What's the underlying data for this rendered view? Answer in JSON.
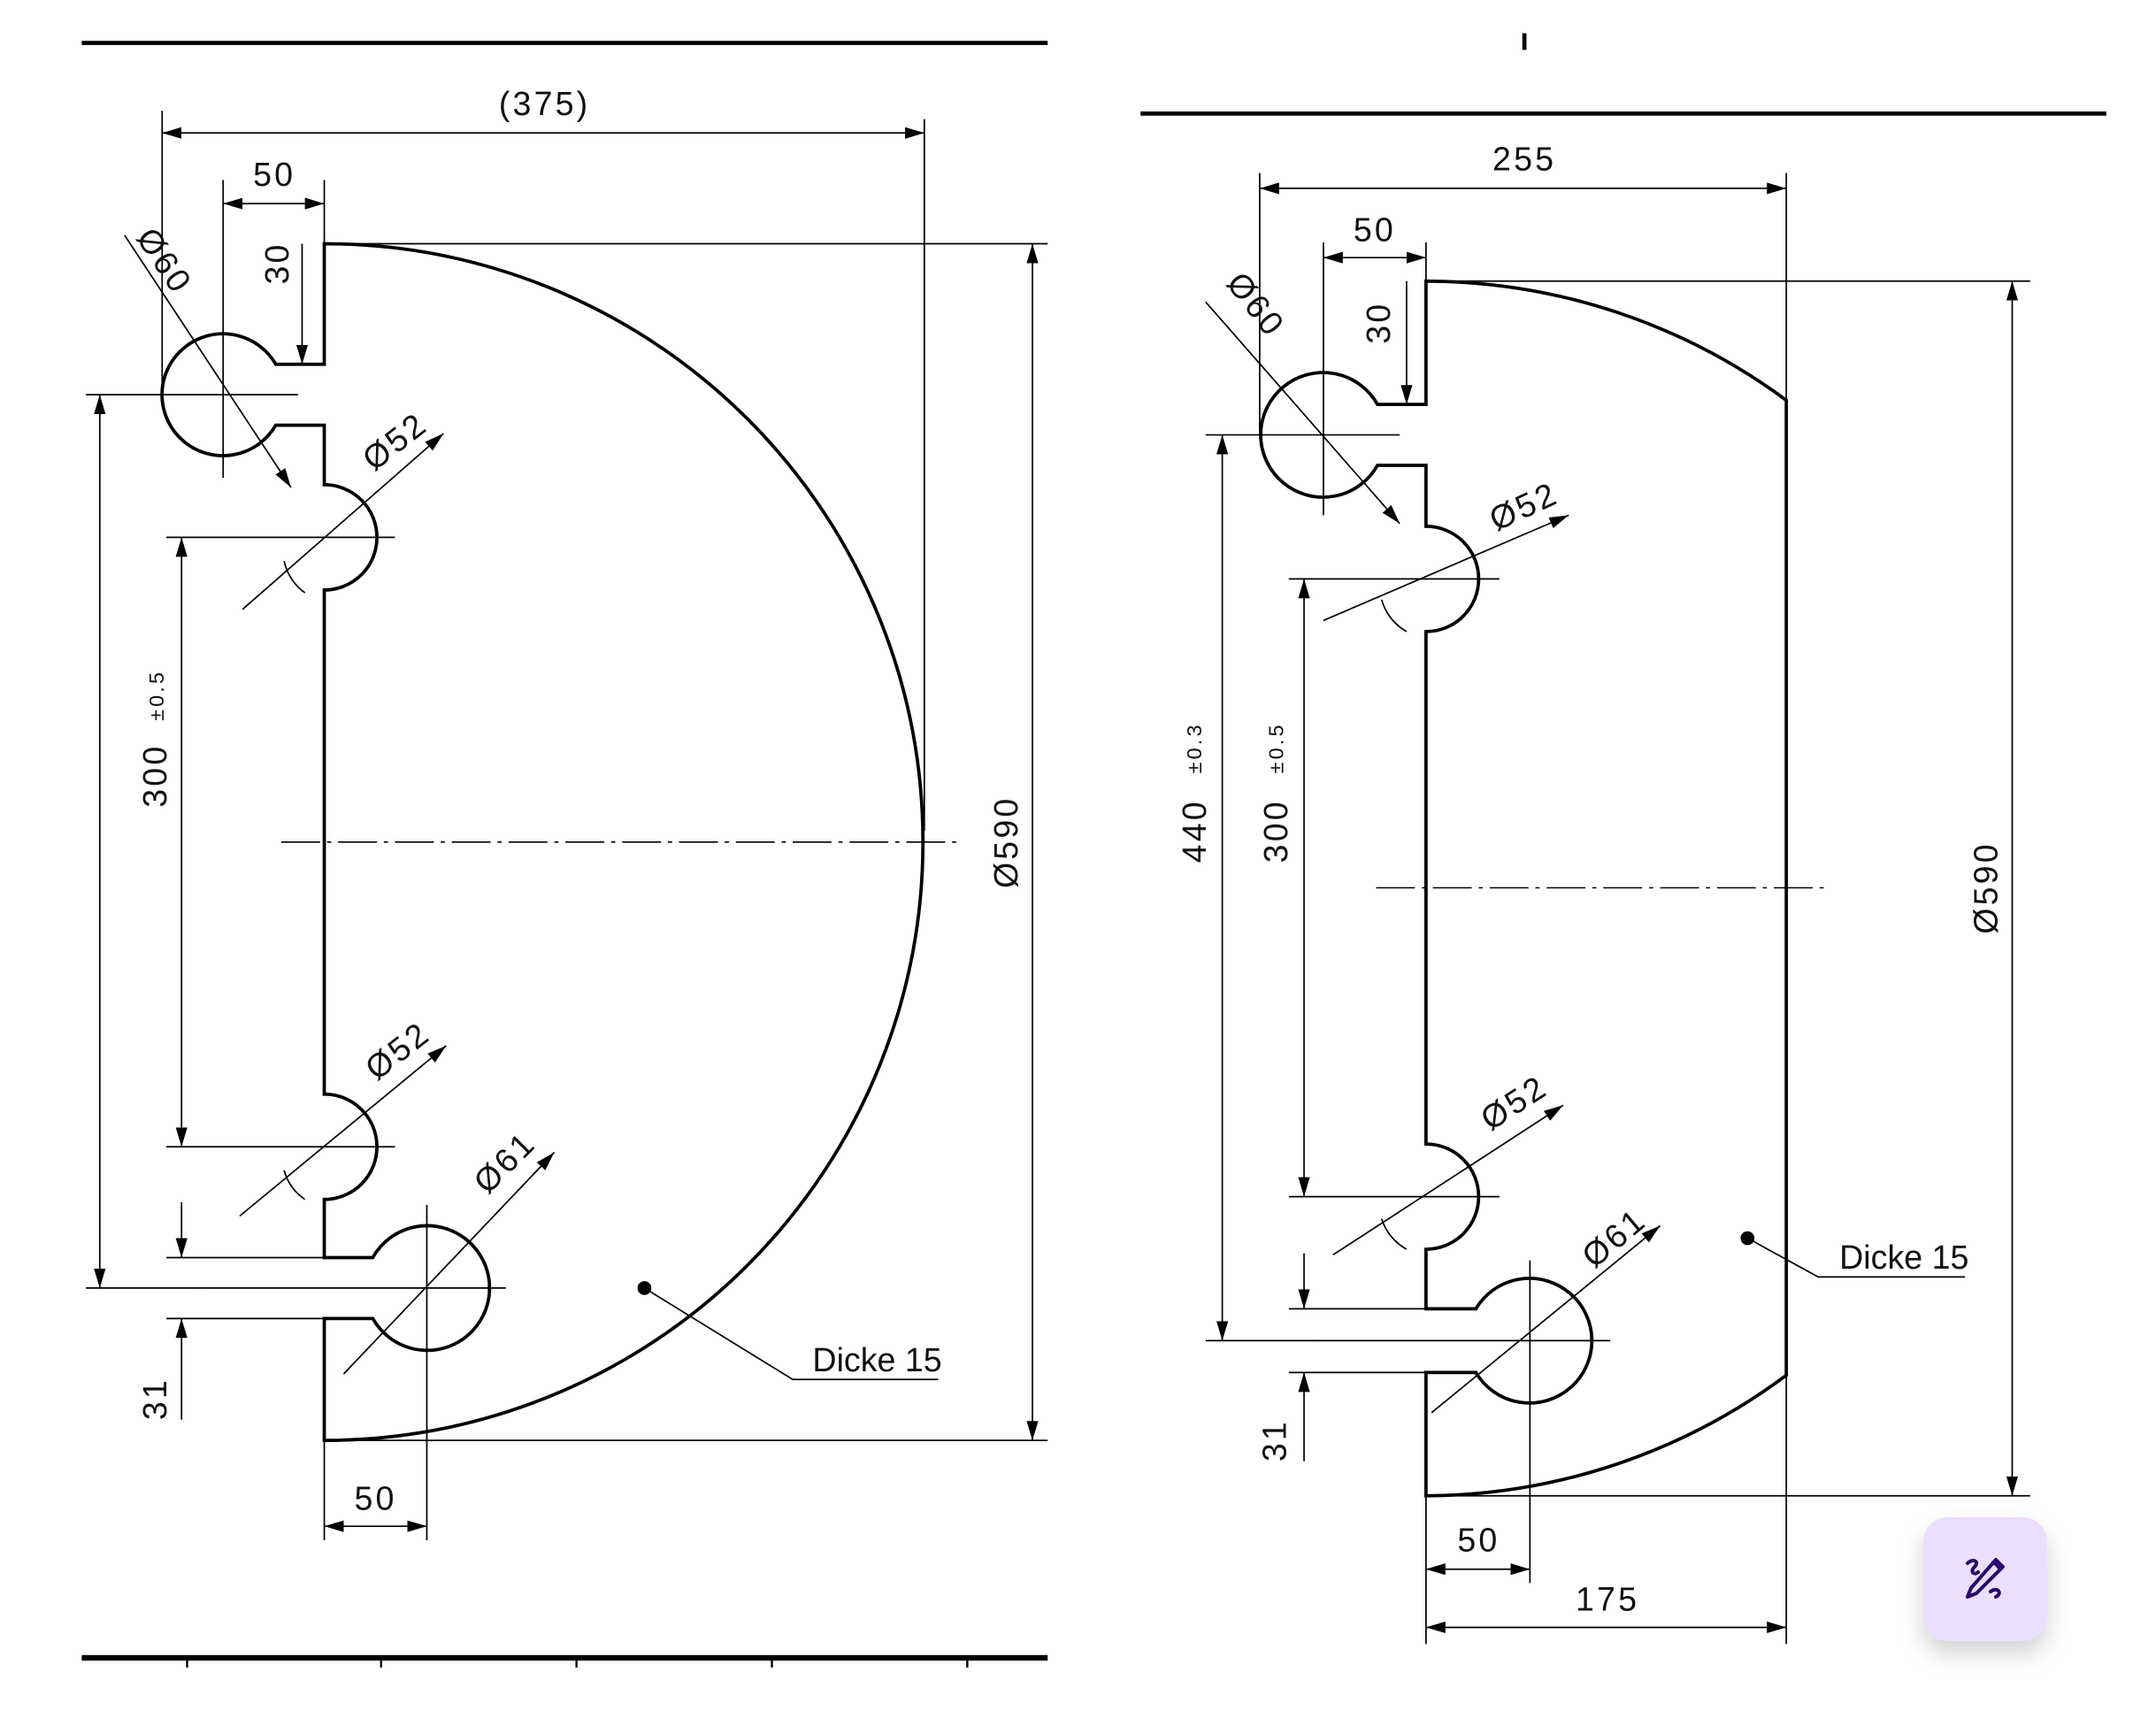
{
  "left_drawing": {
    "overall_width": "(375)",
    "keyhole_offset": "50",
    "keyhole_depth": "30",
    "keyhole_diameter": "Ø60",
    "upper_hole_diameter": "Ø52",
    "hole_spacing": "300",
    "hole_spacing_tol": "±0.5",
    "outer_diameter": "Ø590",
    "lower_hole_diameter": "Ø52",
    "slot_hole_diameter": "Ø61",
    "slot_width": "31",
    "slot_offset": "50",
    "thickness_note": "Dicke 15"
  },
  "right_drawing": {
    "overall_width": "255",
    "keyhole_offset": "50",
    "keyhole_depth": "30",
    "keyhole_diameter": "Ø60",
    "upper_hole_diameter": "Ø52",
    "keyhole_spacing": "440",
    "keyhole_spacing_tol": "±0.3",
    "hole_spacing": "300",
    "hole_spacing_tol": "±0.5",
    "outer_diameter": "Ø590",
    "lower_hole_diameter": "Ø52",
    "slot_hole_diameter": "Ø61",
    "slot_width": "31",
    "slot_offset": "50",
    "bottom_width": "175",
    "thickness_note": "Dicke 15"
  },
  "colors": {
    "button_bg": "#ebdfff",
    "button_icon": "#2a0a6b"
  },
  "edit_button": {
    "icon": "draw-pencil-icon"
  }
}
